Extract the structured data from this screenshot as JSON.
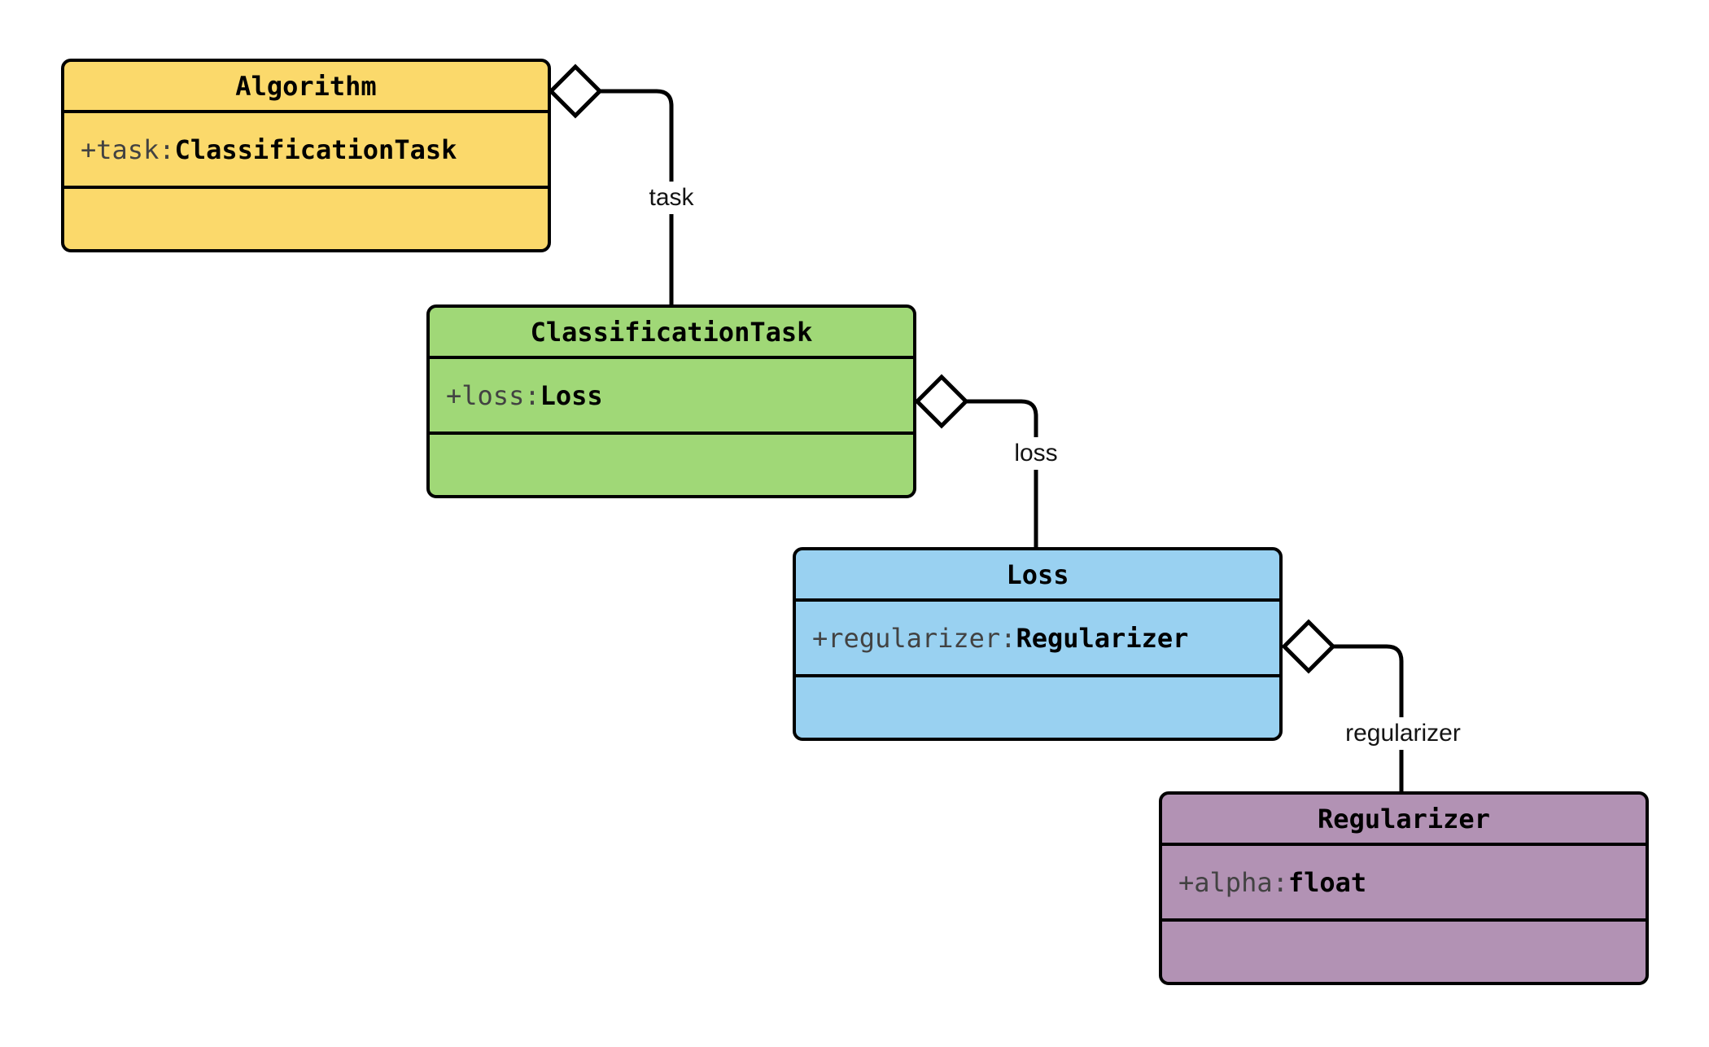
{
  "diagram": {
    "kind": "uml-class-diagram",
    "background": "#ffffff",
    "stroke_color": "#000000",
    "classes": [
      {
        "name": "Algorithm",
        "fill": "#FBD96B",
        "attribute": {
          "visibility": "+",
          "name": "task",
          "separator": ":",
          "type": "ClassificationTask"
        }
      },
      {
        "name": "ClassificationTask",
        "fill": "#A0D877",
        "attribute": {
          "visibility": "+",
          "name": "loss",
          "separator": ":",
          "type": "Loss"
        }
      },
      {
        "name": "Loss",
        "fill": "#99D1F1",
        "attribute": {
          "visibility": "+",
          "name": "regularizer",
          "separator": ":",
          "type": "Regularizer"
        }
      },
      {
        "name": "Regularizer",
        "fill": "#B292B4",
        "attribute": {
          "visibility": "+",
          "name": "alpha",
          "separator": ":",
          "type": "float"
        }
      }
    ],
    "relations": [
      {
        "label": "task",
        "from": "Algorithm",
        "to": "ClassificationTask",
        "kind": "aggregation"
      },
      {
        "label": "loss",
        "from": "ClassificationTask",
        "to": "Loss",
        "kind": "aggregation"
      },
      {
        "label": "regularizer",
        "from": "Loss",
        "to": "Regularizer",
        "kind": "aggregation"
      }
    ]
  }
}
